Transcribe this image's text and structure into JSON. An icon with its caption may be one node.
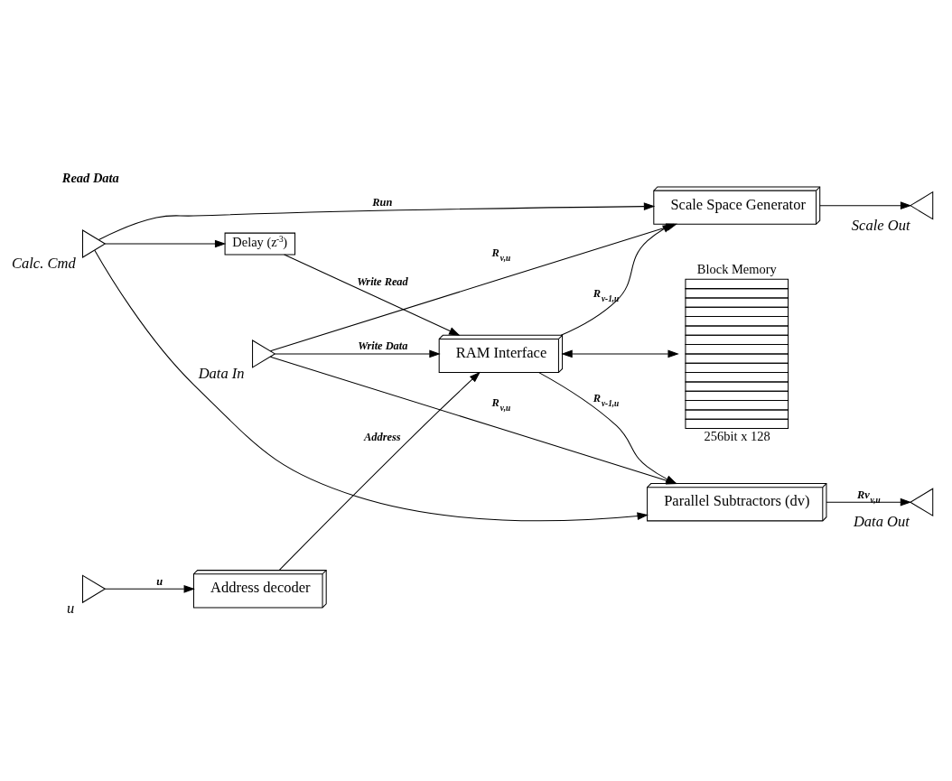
{
  "diagram": {
    "nodes": [
      {
        "text": [
          "u"
        ]
      },
      {
        "text": [
          "Address decoder"
        ]
      },
      {
        "text": [
          "RAM Interface"
        ]
      },
      {
        "text": [
          "Block Memory"
        ],
        "beside": [
          "256bit x 128"
        ]
      },
      {
        "text": [
          "Data In"
        ]
      },
      {
        "text": [
          "Parallel Subtractors (dv)"
        ]
      },
      {
        "text": [
          "Calc. Cmd"
        ]
      },
      {
        "text": [
          "Data Out"
        ]
      },
      {
        "text": [
          "Delay (z$^{-3}$)"
        ]
      },
      {
        "text": [
          "Scale Out"
        ]
      },
      {
        "text": [
          "Scale Space Generator"
        ]
      }
    ],
    "edges": [
      {
        "from": 0,
        "to": 1,
        "arrow": "to",
        "label": "u"
      },
      {
        "from": 1,
        "to": 2,
        "arrow": "to",
        "label": "Address"
      },
      {
        "from": 2,
        "to": 3,
        "arrow": "both"
      },
      {
        "from": 4,
        "to": 5,
        "arrow": "to",
        "label": "R$_{v,u}$"
      },
      {
        "from": 2,
        "to": 5,
        "arrow": "to",
        "label": "R$_{v-1,u}$"
      },
      {
        "from": 6,
        "to": 5,
        "arrow": "to"
      },
      {
        "from": 5,
        "to": 7,
        "arrow": "to",
        "label": "Rv$_{v,u}$"
      },
      {
        "from": 4,
        "to": 2,
        "arrow": "to",
        "label": "Write Data"
      },
      {
        "from": 6,
        "to": 8,
        "arrow": "to"
      },
      {
        "from": 8,
        "to": 2,
        "arrow": "to",
        "label": "Write Read"
      },
      {
        "from": 6,
        "to": 10,
        "arrow": "to",
        "label": "Run"
      },
      {
        "from": 4,
        "to": 10,
        "arrow": "to",
        "label": "R$_{v,u}$"
      },
      {
        "from": 2,
        "to": 10,
        "arrow": "to",
        "label": "R$_{v-1,u}$"
      },
      {
        "from": 10,
        "to": 9,
        "arrow": "to"
      }
    ],
    "labels": [
      "Read Data"
    ]
  }
}
